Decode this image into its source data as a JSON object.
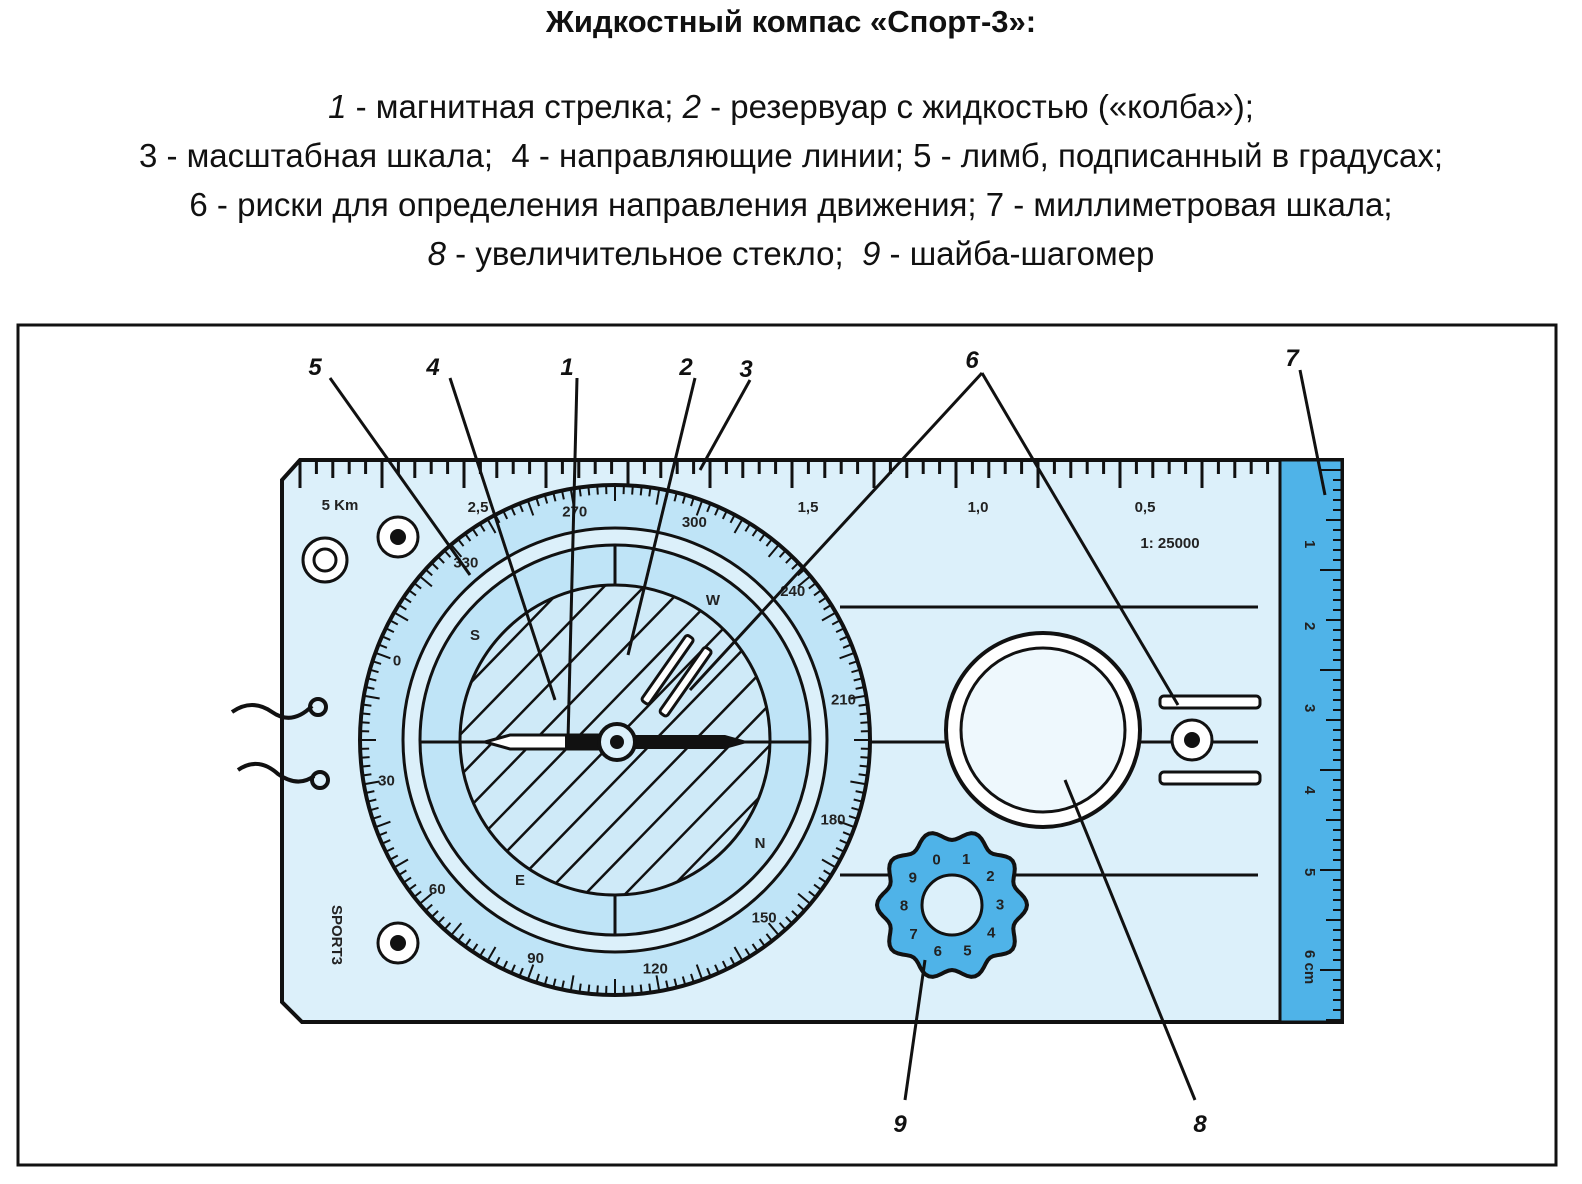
{
  "title": "Жидкостный компас «Спорт-3»:",
  "legend": [
    [
      {
        "num": "1",
        "italic": true,
        "text": " - магнитная стрелка; "
      },
      {
        "num": "2",
        "italic": true,
        "text": " - резервуар с жидкостью («колба»);"
      }
    ],
    [
      {
        "num": "3",
        "italic": false,
        "text": " - масштабная шкала;  "
      },
      {
        "num": "4",
        "italic": false,
        "text": " - направляющие линии; "
      },
      {
        "num": "5",
        "italic": false,
        "text": " - лимб, подписанный в градусах;"
      }
    ],
    [
      {
        "num": "6",
        "italic": false,
        "text": " - риски для определения направления движения; "
      },
      {
        "num": "7",
        "italic": false,
        "text": " - миллиметровая шкала;"
      }
    ],
    [
      {
        "num": "8",
        "italic": true,
        "text": " - увеличительное стекло;  "
      },
      {
        "num": "9",
        "italic": true,
        "text": " - шайба-шагомер"
      }
    ]
  ],
  "diagram": {
    "callouts": [
      "1",
      "2",
      "3",
      "4",
      "5",
      "6",
      "7",
      "8",
      "9"
    ],
    "scale_labels": [
      "5 Km",
      "2,5",
      "1,5",
      "1,0",
      "0,5"
    ],
    "scale_ratio": "1: 25000",
    "bezel_numbers": [
      "270",
      "300",
      "240",
      "210",
      "180",
      "150",
      "120",
      "90",
      "60",
      "30",
      "0",
      "330"
    ],
    "cardinal": [
      "N",
      "E",
      "S",
      "W"
    ],
    "brand": "SPORT3",
    "ruler_numbers": [
      "1",
      "2",
      "3",
      "4",
      "5",
      "6 cm"
    ],
    "dial_numbers": [
      "1",
      "2",
      "3",
      "4",
      "5",
      "6",
      "7",
      "8",
      "9",
      "0"
    ],
    "colors": {
      "plate": "#dcf0fa",
      "bezel": "#bfe4f7",
      "ruler": "#4fb3e8",
      "stroke": "#111111"
    }
  }
}
